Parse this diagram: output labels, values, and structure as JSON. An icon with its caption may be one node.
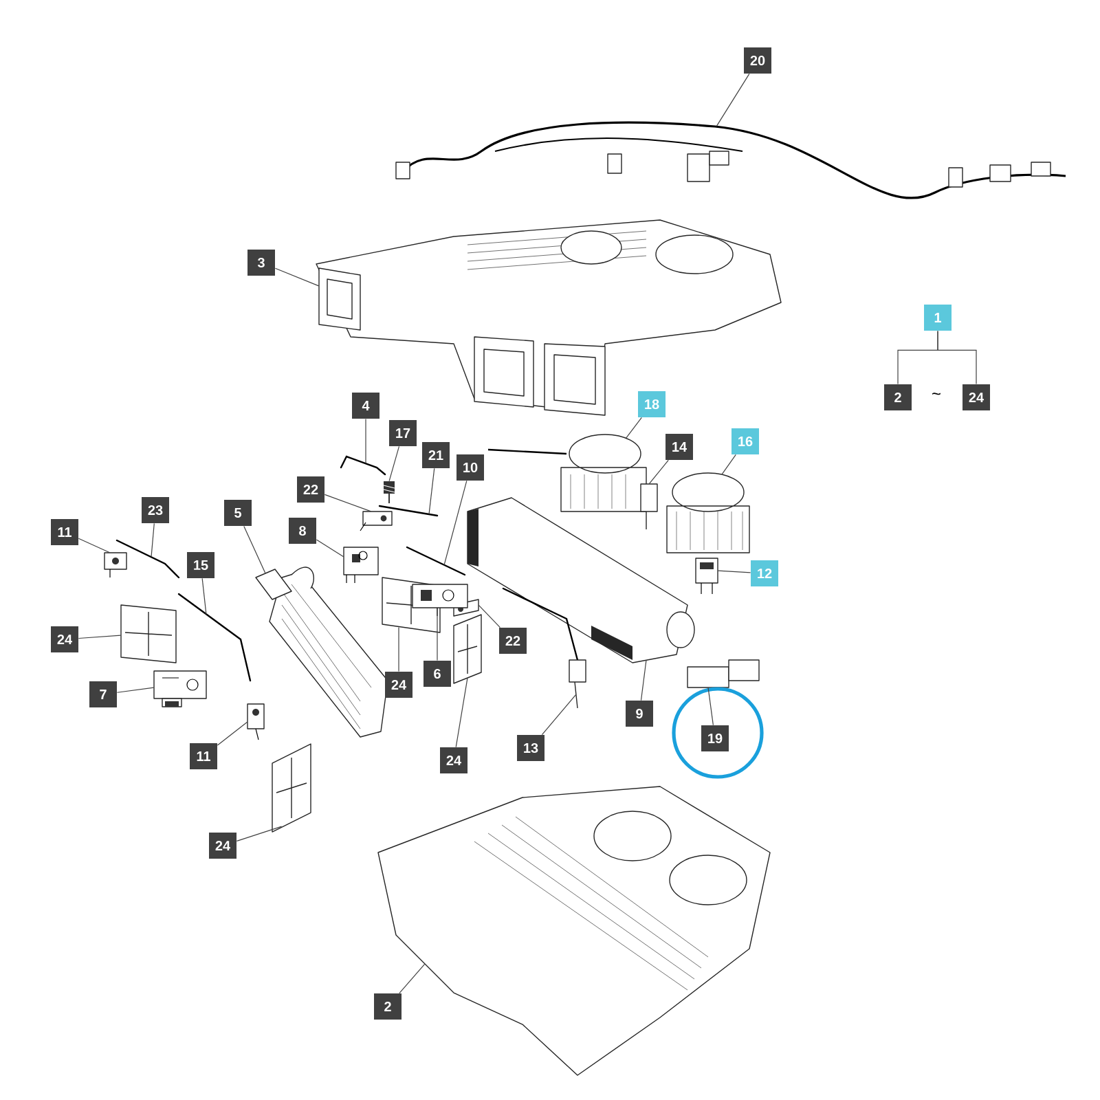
{
  "diagram": {
    "nodes": [
      {
        "text": [
          "20"
        ]
      },
      {
        "text": [
          "3"
        ]
      },
      {
        "text": [
          "1"
        ]
      },
      {
        "text": [
          "2"
        ]
      },
      {
        "text": [
          "24"
        ]
      },
      {
        "text": [
          "4"
        ]
      },
      {
        "text": [
          "18"
        ]
      },
      {
        "text": [
          "17"
        ]
      },
      {
        "text": [
          "16"
        ]
      },
      {
        "text": [
          "14"
        ]
      },
      {
        "text": [
          "21"
        ]
      },
      {
        "text": [
          "22"
        ]
      },
      {
        "text": [
          "10"
        ]
      },
      {
        "text": [
          "5"
        ]
      },
      {
        "text": [
          "8"
        ]
      },
      {
        "text": [
          "23"
        ]
      },
      {
        "text": [
          "11"
        ]
      },
      {
        "text": [
          "15"
        ]
      },
      {
        "text": [
          "12"
        ]
      },
      {
        "text": [
          "24"
        ]
      },
      {
        "text": [
          "22"
        ]
      },
      {
        "text": [
          "24"
        ]
      },
      {
        "text": [
          "6"
        ]
      },
      {
        "text": [
          "7"
        ]
      },
      {
        "text": [
          "9"
        ]
      },
      {
        "text": [
          "19"
        ]
      },
      {
        "text": [
          "13"
        ]
      },
      {
        "text": [
          "11"
        ]
      },
      {
        "text": [
          "24"
        ]
      },
      {
        "text": [
          "24"
        ]
      },
      {
        "text": [
          "2"
        ]
      },
      {
        "text": [],
        "shape": "picture"
      },
      {
        "text": [],
        "shape": "picture"
      },
      {
        "text": [],
        "shape": "picture"
      },
      {
        "text": [],
        "shape": "picture"
      },
      {
        "text": [],
        "shape": "picture"
      },
      {
        "text": [],
        "shape": "picture"
      },
      {
        "text": [],
        "shape": "picture"
      },
      {
        "text": [],
        "shape": "picture"
      },
      {
        "text": [],
        "shape": "picture"
      },
      {
        "text": [],
        "shape": "picture"
      },
      {
        "text": [],
        "shape": "picture"
      },
      {
        "text": [],
        "shape": "picture"
      },
      {
        "text": [],
        "shape": "picture"
      },
      {
        "text": [],
        "shape": "picture"
      },
      {
        "text": [],
        "shape": "picture"
      },
      {
        "text": [],
        "shape": "picture"
      },
      {
        "text": [],
        "shape": "picture"
      },
      {
        "text": [],
        "shape": "picture"
      },
      {
        "text": [],
        "shape": "picture"
      },
      {
        "text": [],
        "shape": "picture"
      },
      {
        "text": [],
        "shape": "picture"
      },
      {
        "text": [],
        "shape": "picture"
      },
      {
        "text": [],
        "shape": "picture"
      },
      {
        "text": [],
        "shape": "picture"
      },
      {
        "text": [],
        "shape": "picture"
      },
      {
        "text": [],
        "shape": "picture"
      },
      {
        "text": [],
        "shape": "picture"
      },
      {
        "text": [],
        "shape": "picture"
      }
    ],
    "edges": [
      {
        "from": 0,
        "to": 31,
        "arrow": "none"
      },
      {
        "from": 1,
        "to": 32,
        "arrow": "none"
      },
      {
        "from": 2,
        "to": 3,
        "arrow": "none"
      },
      {
        "from": 2,
        "to": 4,
        "arrow": "none"
      },
      {
        "from": 5,
        "to": 33,
        "arrow": "none"
      },
      {
        "from": 6,
        "to": 34,
        "arrow": "none"
      },
      {
        "from": 7,
        "to": 35,
        "arrow": "none"
      },
      {
        "from": 8,
        "to": 36,
        "arrow": "none"
      },
      {
        "from": 9,
        "to": 37,
        "arrow": "none"
      },
      {
        "from": 10,
        "to": 38,
        "arrow": "none"
      },
      {
        "from": 11,
        "to": 39,
        "arrow": "none"
      },
      {
        "from": 12,
        "to": 40,
        "arrow": "none"
      },
      {
        "from": 13,
        "to": 41,
        "arrow": "none"
      },
      {
        "from": 14,
        "to": 42,
        "arrow": "none"
      },
      {
        "from": 15,
        "to": 43,
        "arrow": "none"
      },
      {
        "from": 16,
        "to": 44,
        "arrow": "none"
      },
      {
        "from": 17,
        "to": 45,
        "arrow": "none"
      },
      {
        "from": 18,
        "to": 46,
        "arrow": "none"
      },
      {
        "from": 19,
        "to": 47,
        "arrow": "none"
      },
      {
        "from": 20,
        "to": 48,
        "arrow": "none"
      },
      {
        "from": 21,
        "to": 49,
        "arrow": "none"
      },
      {
        "from": 22,
        "to": 50,
        "arrow": "none"
      },
      {
        "from": 23,
        "to": 51,
        "arrow": "none"
      },
      {
        "from": 24,
        "to": 52,
        "arrow": "none"
      },
      {
        "from": 25,
        "to": 53,
        "arrow": "none"
      },
      {
        "from": 26,
        "to": 54,
        "arrow": "none"
      },
      {
        "from": 27,
        "to": 55,
        "arrow": "none"
      },
      {
        "from": 28,
        "to": 56,
        "arrow": "none"
      },
      {
        "from": 29,
        "to": 57,
        "arrow": "none"
      },
      {
        "from": 30,
        "to": 58,
        "arrow": "none"
      }
    ],
    "labels": [
      "~"
    ]
  }
}
